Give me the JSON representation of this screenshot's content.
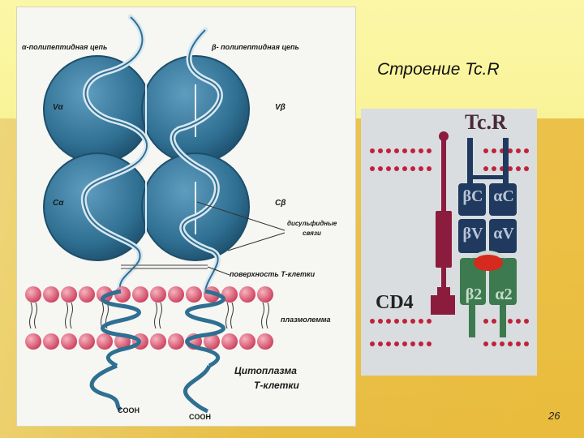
{
  "slide": {
    "title": "Строение Tc.R",
    "page_number": "26"
  },
  "left_diagram": {
    "alpha_chain": "α-полипептидная цепь",
    "beta_chain": "β- полипептидная цепь",
    "v_alpha": "Vα",
    "v_beta": "Vβ",
    "c_alpha": "Cα",
    "c_beta": "Cβ",
    "disulfide_line1": "дисульфидные",
    "disulfide_line2": "связи",
    "cell_surface": "поверхность Т-клетки",
    "plasma_membrane": "плазмолемма",
    "cytoplasm_line1": "Цитоплазма",
    "cytoplasm_line2": "Т-клетки",
    "cooh_left": "COOH",
    "cooh_right": "COOH"
  },
  "right_diagram": {
    "tcr_label": "Tc.R",
    "cd4_label": "CD4",
    "beta_c": "βC",
    "alpha_c": "αC",
    "beta_v": "βV",
    "alpha_v": "αV",
    "beta2": "β2",
    "alpha2": "α2"
  },
  "colors": {
    "domain_blue": "#2f6f92",
    "chain_light": "#9fc3d8",
    "lipid_head": "#d9506b",
    "cd4_maroon": "#8b1c3d",
    "tcr_navy": "#1f3a5e",
    "mhc_green": "#3d7a4f"
  }
}
